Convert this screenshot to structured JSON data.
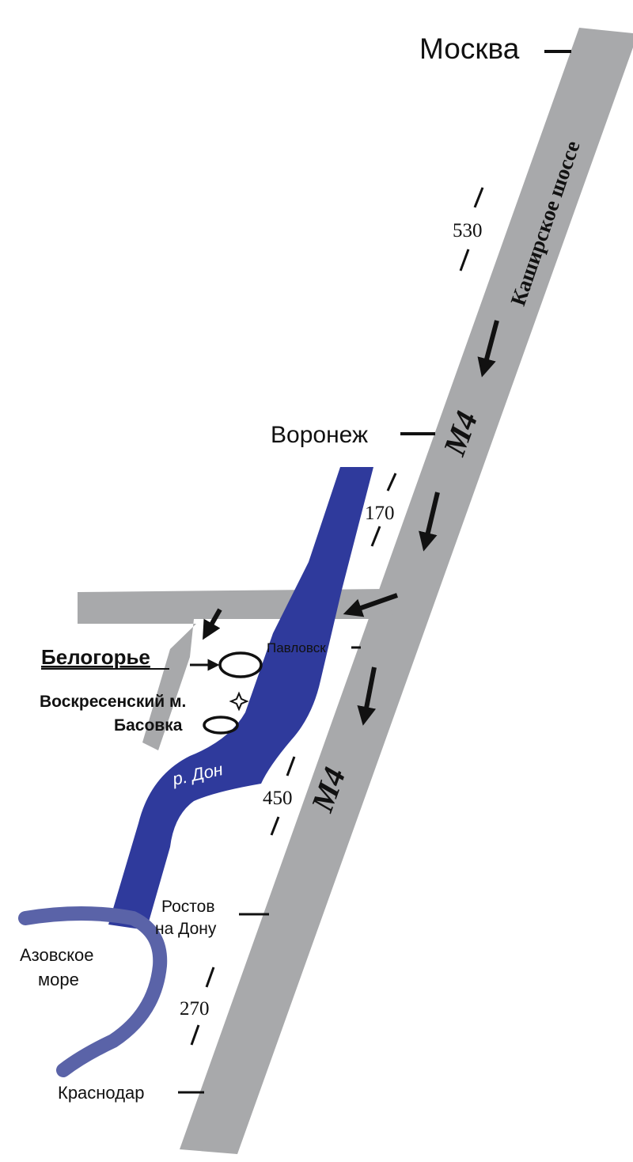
{
  "colors": {
    "road": "#a8a9ab",
    "river": "#2f3a9c",
    "sea": "#5a63a8",
    "ink": "#111111",
    "background": "#ffffff"
  },
  "roads": {
    "m4_name": "М4",
    "m4_name_lower": "М4",
    "highway_name": "Каширское шоссе"
  },
  "cities": {
    "moscow": "Москва",
    "voronezh": "Воронеж",
    "pavlovsk": "Павловск",
    "rostov_line1": "Ростов",
    "rostov_line2": "на Дону",
    "krasnodar": "Краснодар"
  },
  "distances": {
    "moscow_voronezh": "530",
    "voronezh_pavlovsk": "170",
    "pavlovsk_rostov": "450",
    "rostov_krasnodar": "270"
  },
  "water": {
    "river_name": "р. Дон",
    "sea_line1": "Азовское",
    "sea_line2": "море"
  },
  "destinations": {
    "belogorye": "Белогорье",
    "monastery": "Воскресенский м.",
    "basovka": "Басовка"
  },
  "icons": {
    "location_marker": "ellipse-marker-icon",
    "monastery_marker": "four-point-star-icon",
    "direction": "arrow-icon"
  }
}
